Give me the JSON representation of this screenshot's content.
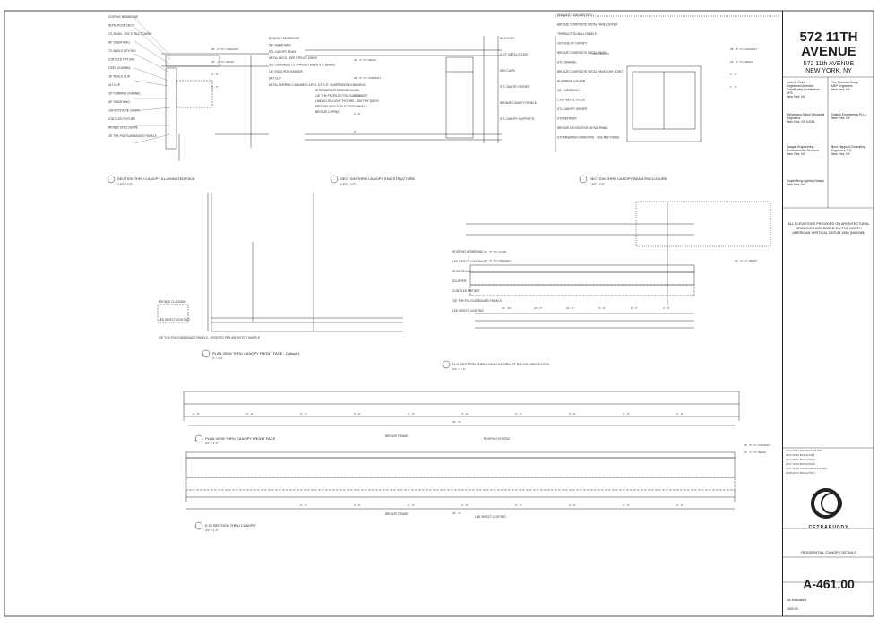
{
  "project": {
    "name": "572 11TH AVENUE",
    "address_line1": "572 11th AVENUE",
    "address_line2": "NEW YORK, NY"
  },
  "consultants": [
    "John A. Cetra\nRegistered Architect\nCetraRuddy Architecture DPC\nNew York, NY",
    "The Brennan Group\nMEP Engineers\nNew York, NY",
    "McNamara Salvia Structural\nEngineers\nNew York, NY 10018",
    "Gaglan Engineering PLLC\nNew York, NY",
    "Langan Engineering\nEnvironmental Services\nNew York, NY",
    "Buro Happold Consulting\nEngineers, P.C.\nNew York, NY",
    "Kugler Ning Lighting Design\nNew York, NY"
  ],
  "elevation_note": "ALL ELEVATIONS PROVIDED ON ARCHITECTURAL DRAWINGS ARE BASED ON THE NORTH AMERICAN VERTICAL DATUM 1988 (NAVD88)",
  "firm": "CETRARUDDY",
  "sheet_title": "RESIDENTIAL CANOPY DETAILS",
  "sheet_number": "A-461.00",
  "scale": "As indicated",
  "date": "1500.00",
  "details": [
    {
      "id": "1",
      "title": "SECTION THRU CANOPY ILLUMINATED FACE",
      "scale": "1 1/2\" = 1'-0\""
    },
    {
      "id": "2",
      "title": "SECTION THRU CANOPY END STRUCTURE",
      "scale": "1 1/2\" = 1'-0\""
    },
    {
      "id": "3",
      "title": "SECTION THRU CANOPY BEAM ENCLOSURE",
      "scale": "1 1/2\" = 1'-0\""
    },
    {
      "id": "4",
      "title": "PLAN VIEW THRU CANOPY FRONT FACE - Callout 1",
      "scale": "3\" = 1'-0\""
    },
    {
      "id": "5",
      "title": "N-S SECTION THROUGH CANOPY AT REVOLVING DOOR",
      "scale": "3/4\" = 1'-0\""
    },
    {
      "id": "6",
      "title": "PLAN VIEW THRU CANOPY FRONT FACE",
      "scale": "3/4\" = 1'-0\""
    },
    {
      "id": "7",
      "title": "E-W SECTION THRU CANOPY",
      "scale": "3/4\" = 1'-0\""
    }
  ],
  "labels": {
    "d1": [
      "ROOFING MEMBRANE",
      "METAL ROOF DECK",
      "STL BEAM - SEE STRUCT DWGS",
      "5/8\" SHEATHING",
      "STL ANGLE BEYOND",
      "CONT LED FIXTURE",
      "STEEL CHANNEL",
      "1/8\" ANGLE CLIP",
      "DAT CLIP",
      "1/8\" FURRING CHANNEL",
      "5/8\" SHEATHING",
      "LIGHT FIXTURE CAVITY",
      "CONT. LED FIXTURE",
      "BRONZE ENCLOSURE",
      "1/8\" THK POLYCARBONATE PANELS"
    ],
    "d2": [
      "ROOFING MEMBRANE",
      "5/8\" SHEATHING",
      "STL CANOPY BEAM",
      "METAL DECK - SEE STRUCT DWGS",
      "STL CHANNELS TO SPAN BETWEEN STL BEAMS",
      "1/8\" RIGID ROD HANGER",
      "DAT CLIP",
      "METAL FURRING CHANNEL CLIPS",
      "1 1/2\" C.R. SUSPENSION CHANNELS",
      "INTERMEDIATE BRONZE GLASS",
      "1/8\" THK PROFILED POLYCARBONATE",
      "LINEAR LED LIGHT FIXTURE - SEE PDF DWGS",
      "PROVIDE KNOCK-IN ACCESS PANELS",
      "BRONZE COPING",
      "BLOCKING",
      "3 1/2\" METAL STUDS",
      "DES CLIPS",
      "STL CANOPY GIRDER",
      "BRONZE CANOPY PANELS",
      "STL CANOPY SUPPORTS"
    ],
    "d3": [
      "SEALANT & BACKER ROD",
      "BRONZE COMPOSITE METAL PANEL SOFFIT",
      "TERRACOTTA WALL PANELS",
      "OUTLINE OF CANOPY",
      "BRONZE COMPOSITE METAL PANEL",
      "STL CHANNEL",
      "BRONZE COMPOSITE METAL PANEL DRY JOINT",
      "ALUMINUM LOUVER",
      "5/8\" SHEATHING",
      "1 5/8\" METAL STUDS",
      "STL CANOPY GIRDER",
      "STOREFRONT",
      "BRONZE DECORATIVE METAL PANEL",
      "STORMWATER DRAIN PIPE - SEE MEP DWGS"
    ],
    "d4": [
      "BRONZE CLADDING",
      "LED DIRECT LIGHTING",
      "1/8\" THK POLYCARBONATE PANELS - FROSTED PER ARCHITECT SAMPLE"
    ],
    "d5": [
      "ROOFING MEMBRANE",
      "LED DIRECT LIGHTING",
      "ROOF DRAIN",
      "SCUPPER",
      "CONT LED FIXTURE",
      "1/8\" THK POLYCARBONATE PANELS",
      "LED DIRECT LIGHTING"
    ],
    "d6": [
      "BRONZE FRAME",
      "ROOFING SYSTEM"
    ],
    "d7": [
      "BRONZE FRAME",
      "LED DIRECT LIGHTING"
    ]
  },
  "dims": {
    "d1": [
      "28' - 8\" T.O. PARAPET",
      "26' - 4\" T.O. BEAM",
      "3' - 0\"",
      "2' - 4\""
    ],
    "d2": [
      "26' - 4\" T.O. BEAM",
      "28' - 8\" T.O. PARAPET",
      "1' - 0\"",
      "2' - 6\"",
      "9\""
    ],
    "d3": [
      "28' - 8\" T.O. PARAPET",
      "26' - 4\" T.O. BEAM",
      "1' - 3\"",
      "1' - 0\""
    ],
    "d5": [
      "28' - 8\" T.O. PARAPET",
      "26' - 4\" T.O. BEAM",
      "26' - 8\" T.O. CURB",
      "24' - 10\"",
      "10' - 6\"",
      "13' - 0\"",
      "5' - 0\"",
      "8' - 0\"",
      "2' - 0\""
    ],
    "d6": [
      "2' - 6\"",
      "3' - 0\"",
      "3' - 0\"",
      "3' - 0\"",
      "3' - 0\"",
      "3' - 0\"",
      "3' - 0\"",
      "3' - 0\"",
      "3' - 0\"",
      "2' - 6\"",
      "30' - 0\""
    ],
    "d7": [
      "28' - 8\" T.O. PARAPET",
      "26' - 4\" T.O. BEAM",
      "3' - 0\"",
      "3' - 0\"",
      "3' - 0\"",
      "3' - 0\"",
      "3' - 0\"",
      "3' - 0\"",
      "3' - 0\"",
      "3' - 0\"",
      "30' - 0\""
    ]
  },
  "revisions": [
    "2017.05.01  ISSUED FOR BID",
    "2017.06.15  BULLETIN 1",
    "2017.08.22  BULLETIN 2",
    "2017.10.04  BULLETIN 3",
    "2017.12.18  CONFORMANCE SET",
    "2018.02.07  BULLETIN 4"
  ]
}
